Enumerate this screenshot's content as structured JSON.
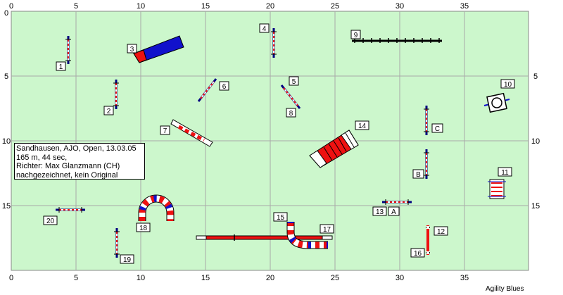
{
  "axis": {
    "top_ticks": [
      "0",
      "5",
      "10",
      "15",
      "20",
      "25",
      "30",
      "35"
    ],
    "bottom_ticks": [
      "0",
      "5",
      "10",
      "15",
      "20",
      "25",
      "30",
      "35"
    ],
    "left_ticks": [
      "0",
      "5",
      "10",
      "15"
    ],
    "right_ticks": [
      "5",
      "10",
      "15"
    ]
  },
  "info": {
    "line1": "Sandhausen, AJO, Open, 13.03.05",
    "line2": "165 m, 44 sec,",
    "line3": "Richter: Max Glanzmann (CH)",
    "line4": "nachgezeichnet, kein Original"
  },
  "credit": "Agility Blues",
  "labels": {
    "n1": "1",
    "n2": "2",
    "n3": "3",
    "n4": "4",
    "n5": "5",
    "n6": "6",
    "n7": "7",
    "n8": "8",
    "n9": "9",
    "n10": "10",
    "n11": "11",
    "n12": "12",
    "n13": "13",
    "n14": "14",
    "n15": "15",
    "n16": "16",
    "n17": "17",
    "n18": "18",
    "n19": "19",
    "n20": "20",
    "a": "A",
    "b": "B",
    "c": "C"
  },
  "colors": {
    "field": "#ccf7cc",
    "grid": "#a9a9a9",
    "red": "#ee1111",
    "blue": "#1111cc",
    "pole": "#000080"
  }
}
